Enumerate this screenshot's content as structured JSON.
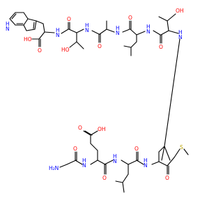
{
  "colors": {
    "carbon_bond": "#000000",
    "oxygen": "#ff0000",
    "nitrogen": "#0000ff",
    "sulfur": "#b8a000"
  },
  "labels": {
    "indole_nh": "H\nN",
    "acid_oh_top": "HO",
    "acid_o_top": "O",
    "nh_trp_thr": "H\nN",
    "o_thr1": "O",
    "thr1_oh": "HO",
    "nh_thr_ala": "H\nN",
    "o_ala": "O",
    "nh_ala_leu": "H\nN",
    "o_leu1": "O",
    "nh_leu_thr": "H\nN",
    "o_thr2": "O",
    "thr2_oh": "OH",
    "nh_thr_met": "H\nN",
    "s_met": "S",
    "o_met": "O",
    "nh_met_leu": "H\nN",
    "o_leu2": "O",
    "nh_leu_glu": "H\nN",
    "o_glu": "O",
    "nh_glu_gly": "H\nN",
    "o_gly": "O",
    "h2n_gly": "H₂N",
    "glu_oh": "OH",
    "glu_o": "O"
  }
}
